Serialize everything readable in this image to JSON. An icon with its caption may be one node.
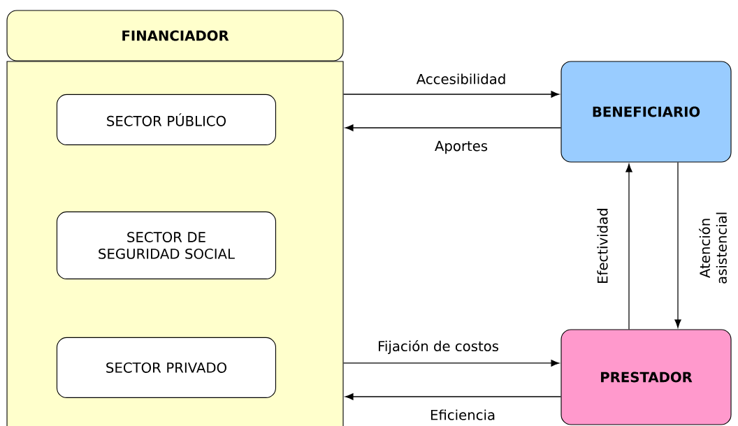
{
  "diagram": {
    "nodes": [
      {
        "text": [
          "FINANCIADOR"
        ]
      },
      {
        "text": [],
        "shape": "box"
      },
      {
        "text": [
          "SECTOR PÚBLICO"
        ],
        "in": 1
      },
      {
        "text": [
          "SECTOR DE SEGURIDAD SOCIAL"
        ],
        "in": 1
      },
      {
        "text": [
          "SECTOR PRIVADO"
        ],
        "in": 1
      },
      {
        "text": [
          "BENEFICIARIO"
        ]
      },
      {
        "text": [
          "PRESTADOR"
        ]
      }
    ],
    "edges": [
      {
        "from": 1,
        "to": 5,
        "arrow": "to",
        "label": "Accesibilidad"
      },
      {
        "from": 5,
        "to": 1,
        "arrow": "to",
        "label": "Aportes"
      },
      {
        "from": 6,
        "to": 5,
        "arrow": "to",
        "label": "Efectividad"
      },
      {
        "from": 5,
        "to": 6,
        "arrow": "to",
        "label": "Atención asistencial"
      },
      {
        "from": 1,
        "to": 6,
        "arrow": "to",
        "label": "Fijación de costos"
      },
      {
        "from": 6,
        "to": 1,
        "arrow": "to",
        "label": "Eficiencia"
      }
    ]
  }
}
